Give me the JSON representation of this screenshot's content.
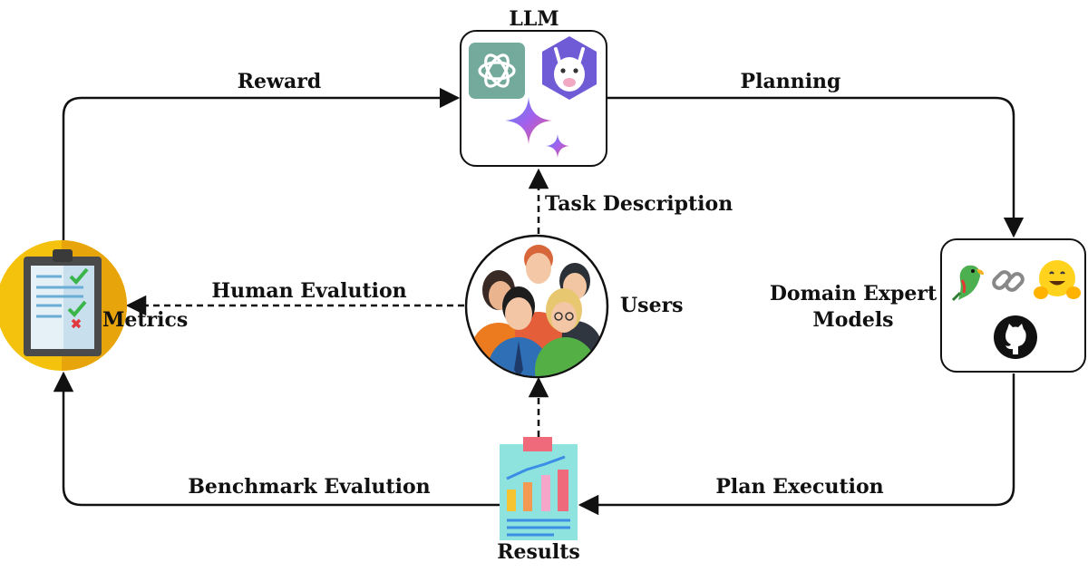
{
  "nodes": {
    "llm": {
      "title": "LLM"
    },
    "users": {
      "title": "Users"
    },
    "metrics": {
      "title": "Metrics"
    },
    "domain_expert": {
      "title_line1": "Domain Expert",
      "title_line2": "Models"
    },
    "results": {
      "title": "Results"
    }
  },
  "edges": {
    "reward": "Reward",
    "planning": "Planning",
    "task_description": "Task Description",
    "human_evaluation": "Human Evalution",
    "benchmark_evaluation": "Benchmark Evalution",
    "plan_execution": "Plan Execution"
  },
  "icons": {
    "llm": [
      "openai-logo-icon",
      "llama-logo-icon",
      "gemini-sparkle-icon"
    ],
    "domain_expert": [
      "parrot-icon",
      "link-icon",
      "hugging-face-icon",
      "github-icon"
    ],
    "users": "users-group-icon",
    "metrics": "clipboard-checklist-icon",
    "results": "report-chart-icon"
  },
  "colors": {
    "arrow": "#111111",
    "openai_bg": "#74aa9c",
    "llama_bg": "#6f5bd6",
    "metrics_circle": "#f4c20d",
    "results_doc": "#8ee3df"
  }
}
